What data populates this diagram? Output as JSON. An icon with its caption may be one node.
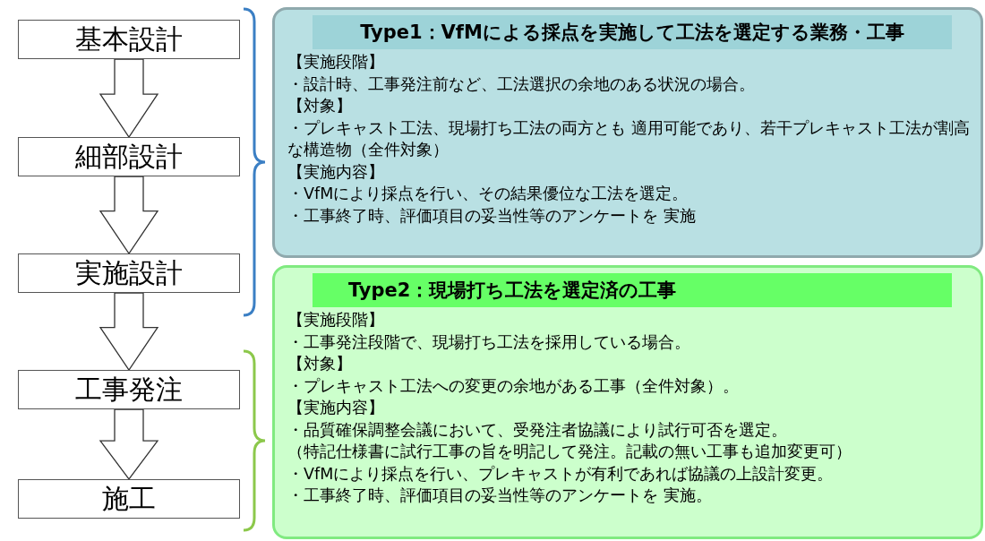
{
  "diagram": {
    "nodes": [
      {
        "text": [
          "基本設計"
        ]
      },
      {
        "text": [
          "細部設計"
        ]
      },
      {
        "text": [
          "実施設計"
        ]
      },
      {
        "text": [
          "工事発注"
        ]
      },
      {
        "text": [
          "施工"
        ]
      },
      {
        "text": [
          "Type1：VfMによる採点を実施して工法を選定する業務・工事",
          "【実施段階】",
          "・設計時、工事発注前など、工法選択の余地のある状況の場合。",
          "【対象】",
          "・プレキャスト工法、現場打ち工法の両方とも 適用可能であり、若干プレキャスト工法が割高な構造物（全件対象）",
          "【実施内容】",
          "・VfMにより採点を行い、その結果優位な工法を選定。",
          "・工事終了時、評価項目の妥当性等のアンケートを 実施"
        ]
      },
      {
        "text": [
          "Type2：現場打ち工法を選定済の工事",
          "【実施段階】",
          "・工事発注段階で、現場打ち工法を採用している場合。",
          "【対象】",
          "・プレキャスト工法への変更の余地がある工事（全件対象）。",
          "【実施内容】",
          "・品質確保調整会議において、受発注者協議により試行可否を選定。",
          "（特記仕様書に試行工事の旨を明記して発注。記載の無い工事も追加変更可）",
          "・VfMにより採点を行い、プレキャストが有利であれば協議の上設計変更。",
          "・工事終了時、評価項目の妥当性等のアンケートを 実施。"
        ]
      }
    ],
    "edges": [
      {
        "from": 0,
        "to": 1,
        "arrow": "to"
      },
      {
        "from": 1,
        "to": 2,
        "arrow": "to"
      },
      {
        "from": 2,
        "to": 3,
        "arrow": "to"
      },
      {
        "from": 3,
        "to": 4,
        "arrow": "to"
      }
    ]
  }
}
